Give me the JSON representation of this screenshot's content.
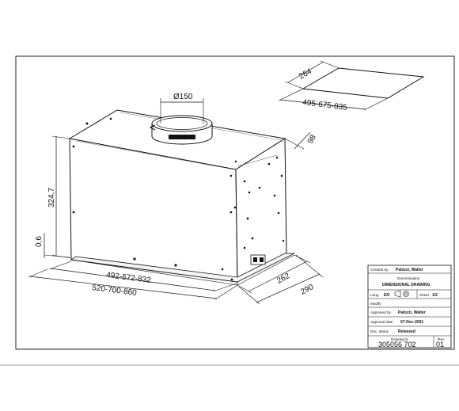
{
  "dimensions": {
    "duct_diameter": "Ø150",
    "cutout_depth": "264",
    "cutout_width": "495-675-835",
    "top_offset": "98",
    "height": "324,7",
    "base_thickness": "0,6",
    "inner_width": "492-672-832",
    "outer_width": "520-700-860",
    "inner_depth": "262",
    "outer_depth": "290"
  },
  "title_block": {
    "created_by_label": "Created by",
    "created_by": "Palozzi, Walter",
    "denomination_label": "Denomination",
    "denomination": "DIMENSIONAL DRAWING",
    "lang_label": "Lang",
    "lang": "EN",
    "sheet_label": "Sheet",
    "sheet": "1/2",
    "modify_label": "Modify",
    "approved_by_label": "Approved by",
    "approved_by": "Palozzi, Walter",
    "approval_date_label": "Approval date",
    "approval_date": "07-Dec-2021",
    "doc_status_label": "Doc. status",
    "doc_status": "Released",
    "drawing_no_label": "Drawing N.",
    "drawing_no": "305056 702",
    "rev_label": "Rev.",
    "rev": "01"
  }
}
